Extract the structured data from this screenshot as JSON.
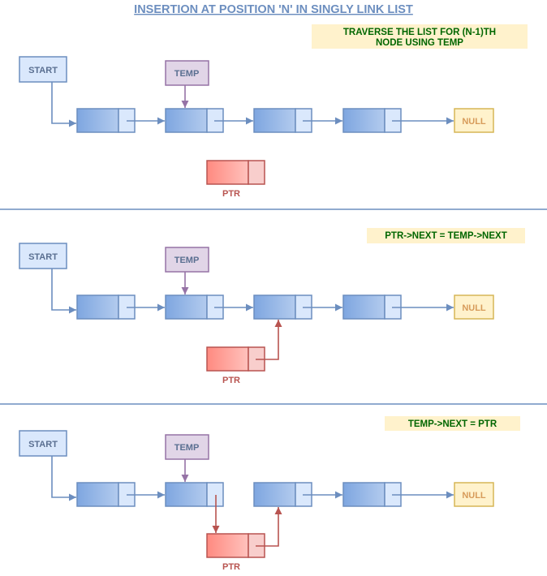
{
  "title": "INSERTION AT POSITION 'N' IN SINGLY LINK LIST",
  "labels": {
    "start": "START",
    "temp": "TEMP",
    "null": "NULL",
    "ptr": "PTR"
  },
  "colors": {
    "title": "#6c8ebf",
    "node_stroke": "#6c8ebf",
    "node_fill_dark": "#7ea6e0",
    "node_fill_light": "#dae8fc",
    "temp_fill": "#e1d5e7",
    "temp_stroke": "#9673a6",
    "null_fill": "#fff2cc",
    "null_stroke": "#d6b656",
    "null_text": "#d79b5a",
    "ptr_fill_dark": "#ff8a80",
    "ptr_fill_light": "#f8cecc",
    "ptr_stroke": "#b85450",
    "note_fill": "#fff2cc",
    "note_text": "#006600",
    "separator": "#6c8ebf"
  },
  "steps": [
    {
      "note": [
        "TRAVERSE THE LIST FOR (N-1)TH",
        "NODE USING TEMP"
      ]
    },
    {
      "note": [
        "PTR->NEXT = TEMP->NEXT"
      ]
    },
    {
      "note": [
        "TEMP->NEXT = PTR"
      ]
    }
  ]
}
